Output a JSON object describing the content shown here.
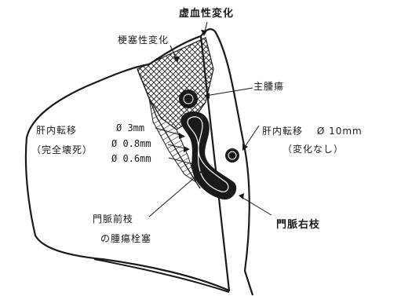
{
  "labels": {
    "ischemic_change": "虚血性変化",
    "infarct_change": "梗塞性変化",
    "main_tumor": "主腫瘍",
    "liver_meta_right": "肝内転移　 Ø 10mm",
    "no_change": "（変化なし）",
    "liver_meta_left": "肝内転移",
    "complete_necrosis": "（完全壊死）",
    "size_1": "Ø 3mm",
    "size_2": "Ø 0.8mm",
    "size_3": "Ø 0.6mm",
    "portal_anterior_line1": "門脈前枝",
    "portal_anterior_line2": "の腫瘍栓塞",
    "portal_right": "門脈右枝"
  },
  "colors": {
    "ink": "#1a1a1a",
    "background": "#ffffff"
  }
}
